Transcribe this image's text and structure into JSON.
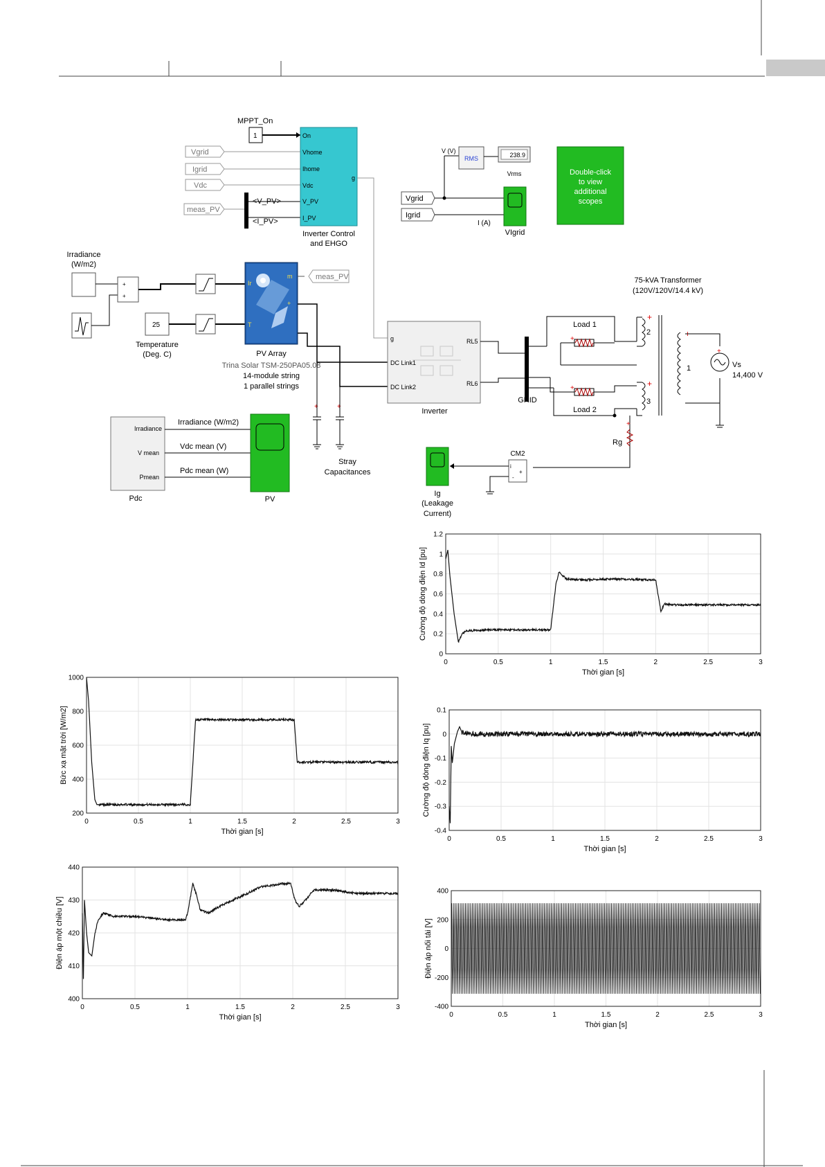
{
  "diagram": {
    "mppt": {
      "label": "MPPT_On",
      "value": "1"
    },
    "goto_tags": {
      "vgrid": "Vgrid",
      "igrid": "Igrid",
      "vdc": "Vdc",
      "meas_pv": "meas_PV",
      "meas_pv_out": "meas_PV"
    },
    "bus_labels": {
      "v_pv": "<V_PV>",
      "i_pv": "<I_PV>"
    },
    "inverter_control": {
      "ports": [
        "On",
        "Vhome",
        "Ihome",
        "Vdc",
        "V_PV",
        "I_PV"
      ],
      "out_port": "g",
      "title_line1": "Inverter Control",
      "title_line2": "and EHGO"
    },
    "rms": {
      "in_label": "V (V)",
      "block": "RMS",
      "display": "238.9",
      "display_label": "Vrms"
    },
    "scope_vigrid": {
      "in_v": "Vgrid",
      "in_i": "Igrid",
      "i_label": "I (A)",
      "name": "VIgrid"
    },
    "note_block": {
      "line1": "Double-click",
      "line2": "to view",
      "line3": "additional",
      "line4": "scopes"
    },
    "irradiance": {
      "line1": "Irradiance",
      "line2": "(W/m2)"
    },
    "temperature": {
      "value": "25",
      "line1": "Temperature",
      "line2": "(Deg. C)"
    },
    "pv_array": {
      "name": "PV Array",
      "port_m": "m",
      "port_ir": "Ir",
      "port_t": "T",
      "port_plus": "+",
      "port_minus": "-",
      "line1": "Trina Solar TSM-250PA05.08",
      "line2": "14-module string",
      "line3": "1 parallel strings"
    },
    "inverter": {
      "in_g": "g",
      "in_dc1": "DC Link1",
      "in_dc2": "DC Link2",
      "out_1": "RL5",
      "out_2": "RL6",
      "name": "Inverter"
    },
    "grid": {
      "name": "GRID"
    },
    "transformer": {
      "line1": "75-kVA Transformer",
      "line2": "(120V/120V/14.4 kV)",
      "w1": "1",
      "w2": "2",
      "w3": "3"
    },
    "loads": {
      "load1": "Load 1",
      "load2": "Load 2"
    },
    "source": {
      "line1": "Vs",
      "line2": "14,400 V"
    },
    "rg": "Rg",
    "cm2": {
      "name": "CM2",
      "p_i": "i",
      "p_plus": "+",
      "p_minus": "-"
    },
    "ig": {
      "line1": "Ig",
      "line2": "(Leakage",
      "line3": "Current)"
    },
    "pdc": {
      "ports": [
        "Irradiance",
        "V mean",
        "Pmean"
      ],
      "name": "Pdc"
    },
    "pv_scope": {
      "in1": "Irradiance (W/m2)",
      "in2": "Vdc mean (V)",
      "in3": "Pdc mean (W)",
      "name": "PV"
    },
    "stray": {
      "line1": "Stray",
      "line2": "Capacitances"
    }
  },
  "chart_data": [
    {
      "type": "line",
      "id": "irradiance",
      "xlabel": "Thời gian [s]",
      "ylabel": "Bức xạ mặt trời [W/m2]",
      "xlim": [
        0,
        3
      ],
      "ylim": [
        200,
        1000
      ],
      "xticks": [
        "0",
        "0.5",
        "1",
        "1.5",
        "2",
        "2.5",
        "3"
      ],
      "yticks": [
        "200",
        "400",
        "600",
        "800",
        "1000"
      ],
      "grid": true,
      "series": [
        {
          "x": [
            0,
            0.02,
            0.05,
            0.08,
            0.1,
            0.3,
            0.6,
            0.99,
            1.0,
            1.05,
            1.3,
            1.6,
            1.99,
            2.0,
            2.03,
            2.3,
            2.6,
            3.0
          ],
          "y": [
            1000,
            860,
            500,
            280,
            250,
            250,
            250,
            250,
            250,
            750,
            750,
            750,
            750,
            750,
            500,
            500,
            500,
            500
          ]
        }
      ]
    },
    {
      "type": "line",
      "id": "vdc",
      "xlabel": "Thời gian [s]",
      "ylabel": "Điện áp một chiều [V]",
      "xlim": [
        0,
        3
      ],
      "ylim": [
        400,
        440
      ],
      "xticks": [
        "0",
        "0.5",
        "1",
        "1.5",
        "2",
        "2.5",
        "3"
      ],
      "yticks": [
        "400",
        "410",
        "420",
        "430",
        "440"
      ],
      "grid": true,
      "series": [
        {
          "x": [
            0,
            0.01,
            0.02,
            0.04,
            0.06,
            0.09,
            0.12,
            0.15,
            0.2,
            0.3,
            0.5,
            0.8,
            0.98,
            1.0,
            1.05,
            1.08,
            1.12,
            1.2,
            1.3,
            1.5,
            1.7,
            1.9,
            1.98,
            2.02,
            2.06,
            2.12,
            2.2,
            2.4,
            2.6,
            2.8,
            3.0
          ],
          "y": [
            426,
            406,
            430,
            420,
            414,
            413,
            420,
            424,
            426,
            425,
            425,
            424,
            424,
            426,
            435,
            432,
            427,
            426,
            428,
            431,
            434,
            435,
            435,
            430,
            428,
            430,
            433,
            433,
            432,
            432,
            432
          ]
        }
      ]
    },
    {
      "type": "line",
      "id": "id",
      "xlabel": "Thời gian [s]",
      "ylabel": "Cường độ dòng điện Id [pu]",
      "xlim": [
        0,
        3
      ],
      "ylim": [
        0,
        1.2
      ],
      "xticks": [
        "0",
        "0.5",
        "1",
        "1.5",
        "2",
        "2.5",
        "3"
      ],
      "yticks": [
        "0",
        "0.2",
        "0.4",
        "0.6",
        "0.8",
        "1",
        "1.2"
      ],
      "grid": true,
      "series": [
        {
          "x": [
            0,
            0.02,
            0.04,
            0.08,
            0.12,
            0.16,
            0.2,
            0.4,
            0.7,
            1.0,
            1.05,
            1.08,
            1.15,
            1.3,
            1.6,
            2.0,
            2.05,
            2.08,
            2.15,
            2.4,
            2.7,
            3.0
          ],
          "y": [
            0.95,
            1.04,
            0.78,
            0.4,
            0.12,
            0.2,
            0.23,
            0.24,
            0.24,
            0.24,
            0.7,
            0.82,
            0.75,
            0.74,
            0.75,
            0.74,
            0.42,
            0.5,
            0.49,
            0.49,
            0.49,
            0.49
          ]
        }
      ]
    },
    {
      "type": "line",
      "id": "iq",
      "xlabel": "Thời gian [s]",
      "ylabel": "Cường độ dòng điện Iq [pu]",
      "xlim": [
        0,
        3
      ],
      "ylim": [
        -0.4,
        0.1
      ],
      "xticks": [
        "0",
        "0.5",
        "1",
        "1.5",
        "2",
        "2.5",
        "3"
      ],
      "yticks": [
        "-0.4",
        "-0.3",
        "-0.2",
        "-0.1",
        "0",
        "0.1"
      ],
      "grid": true,
      "series": [
        {
          "x": [
            0,
            0.01,
            0.02,
            0.03,
            0.05,
            0.08,
            0.1,
            0.12,
            0.2,
            0.5,
            1.0,
            1.5,
            2.0,
            2.5,
            3.0
          ],
          "y": [
            -0.3,
            -0.37,
            -0.05,
            -0.12,
            -0.04,
            0.01,
            0.03,
            0.01,
            0.0,
            0.0,
            0.0,
            0.0,
            0.0,
            0.0,
            0.0
          ]
        }
      ]
    },
    {
      "type": "line",
      "id": "vload",
      "xlabel": "Thời gian [s]",
      "ylabel": "Điện áp nối tải [V]",
      "xlim": [
        0,
        3
      ],
      "ylim": [
        -400,
        400
      ],
      "xticks": [
        "0",
        "0.5",
        "1",
        "1.5",
        "2",
        "2.5",
        "3"
      ],
      "yticks": [
        "-400",
        "-200",
        "0",
        "200",
        "400"
      ],
      "grid": true,
      "series": [
        {
          "name": "",
          "waveform": "sine",
          "amplitude": 340,
          "frequency_hz": 60
        }
      ]
    }
  ]
}
